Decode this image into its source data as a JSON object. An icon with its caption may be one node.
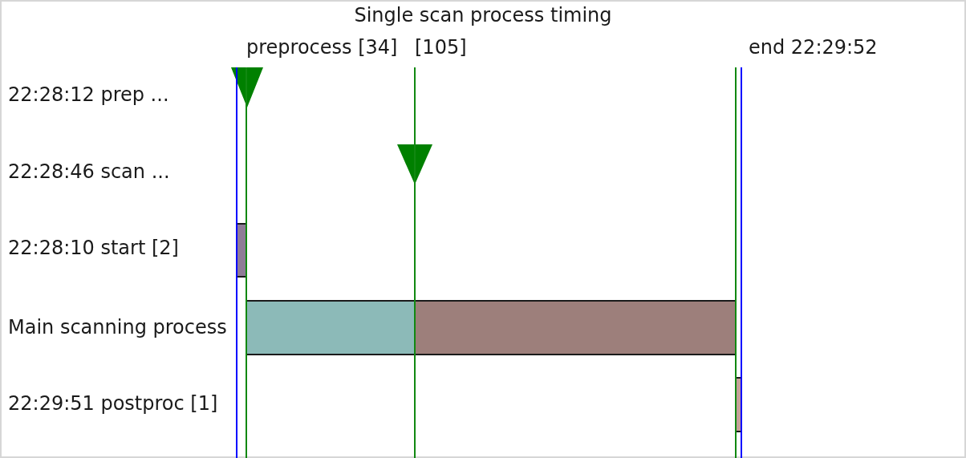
{
  "diagram": {
    "title": "Single scan process timing",
    "nodes": [
      {
        "text": [],
        "shape": "triangle"
      },
      {
        "text": [],
        "shape": "triangle"
      },
      {
        "text": [],
        "shape": "bar"
      },
      {
        "text": [],
        "shape": "bar"
      },
      {
        "text": [],
        "shape": "bar"
      },
      {
        "text": [],
        "shape": "bar"
      }
    ],
    "labels": [
      "preprocess [34]",
      "[105]",
      "end 22:29:52",
      "22:28:12 prep ...",
      "22:28:46 scan ...",
      "22:28:10 start [2]",
      "Main scanning process",
      "22:29:51 postproc [1]"
    ]
  }
}
